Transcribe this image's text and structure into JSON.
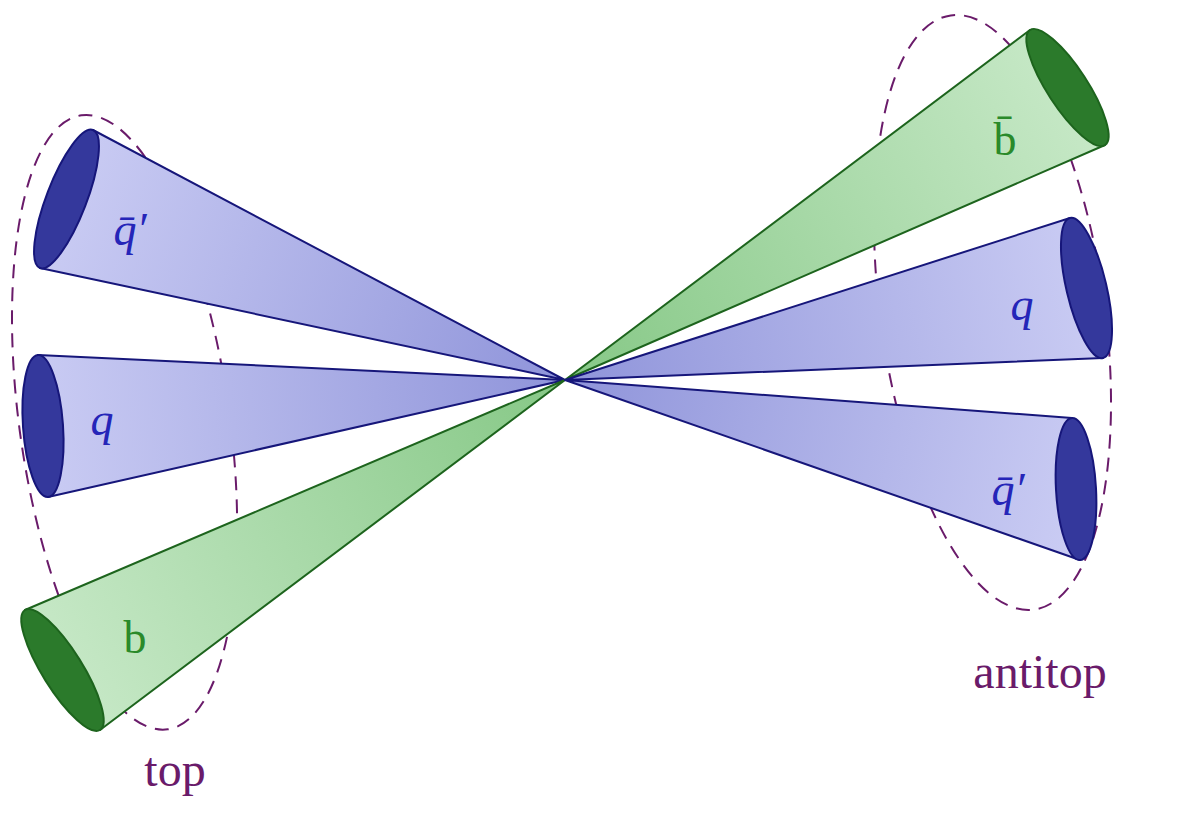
{
  "diagram": {
    "nodes": [
      {
        "text": [
          "top"
        ]
      },
      {
        "text": [
          "q̄′"
        ],
        "in": 0
      },
      {
        "text": [
          "q"
        ],
        "in": 0
      },
      {
        "text": [
          "b"
        ],
        "in": 0
      },
      {
        "text": [
          "antitop"
        ]
      },
      {
        "text": [
          "b̄"
        ],
        "in": 4
      },
      {
        "text": [
          "q"
        ],
        "in": 4
      },
      {
        "text": [
          "q̄′"
        ],
        "in": 4
      }
    ]
  }
}
